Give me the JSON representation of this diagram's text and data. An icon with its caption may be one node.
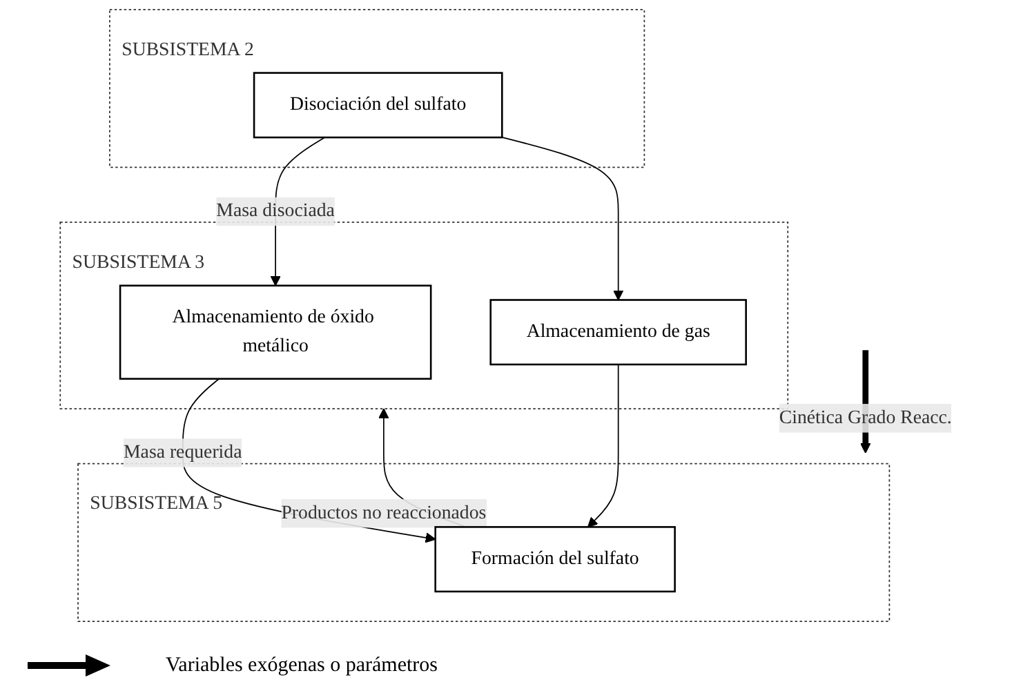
{
  "diagram": {
    "nodes": [
      {
        "text": [
          "SUBSISTEMA 3"
        ]
      },
      {
        "text": [
          "Almacenamiento de óxido metálico"
        ],
        "in": 0
      },
      {
        "text": [
          "Almacenamiento de gas"
        ],
        "in": 0
      },
      {
        "text": [
          "SUBSISTEMA 2"
        ]
      },
      {
        "text": [
          "Disociación del sulfato"
        ],
        "in": 3
      },
      {
        "text": [
          "SUBSISTEMA 5"
        ]
      },
      {
        "text": [
          "Formación del sulfato"
        ],
        "in": 5
      }
    ],
    "edges": [
      {
        "from": 4,
        "to": 1,
        "arrow": "to",
        "label": "Masa disociada"
      },
      {
        "from": 4,
        "to": 2,
        "arrow": "to"
      },
      {
        "from": 1,
        "to": 6,
        "arrow": "to",
        "label": "Masa requerida"
      },
      {
        "from": 2,
        "to": 6,
        "arrow": "to"
      },
      {
        "from": 6,
        "to": 0,
        "arrow": "to",
        "label": "Productos no reaccionados"
      },
      {
        "from": null,
        "to": 5,
        "arrow": "to",
        "label": "Cinética Grado Reacc.",
        "style": "thick"
      }
    ],
    "legend": [
      {
        "text": "Variables exógenas o parámetros"
      }
    ]
  }
}
